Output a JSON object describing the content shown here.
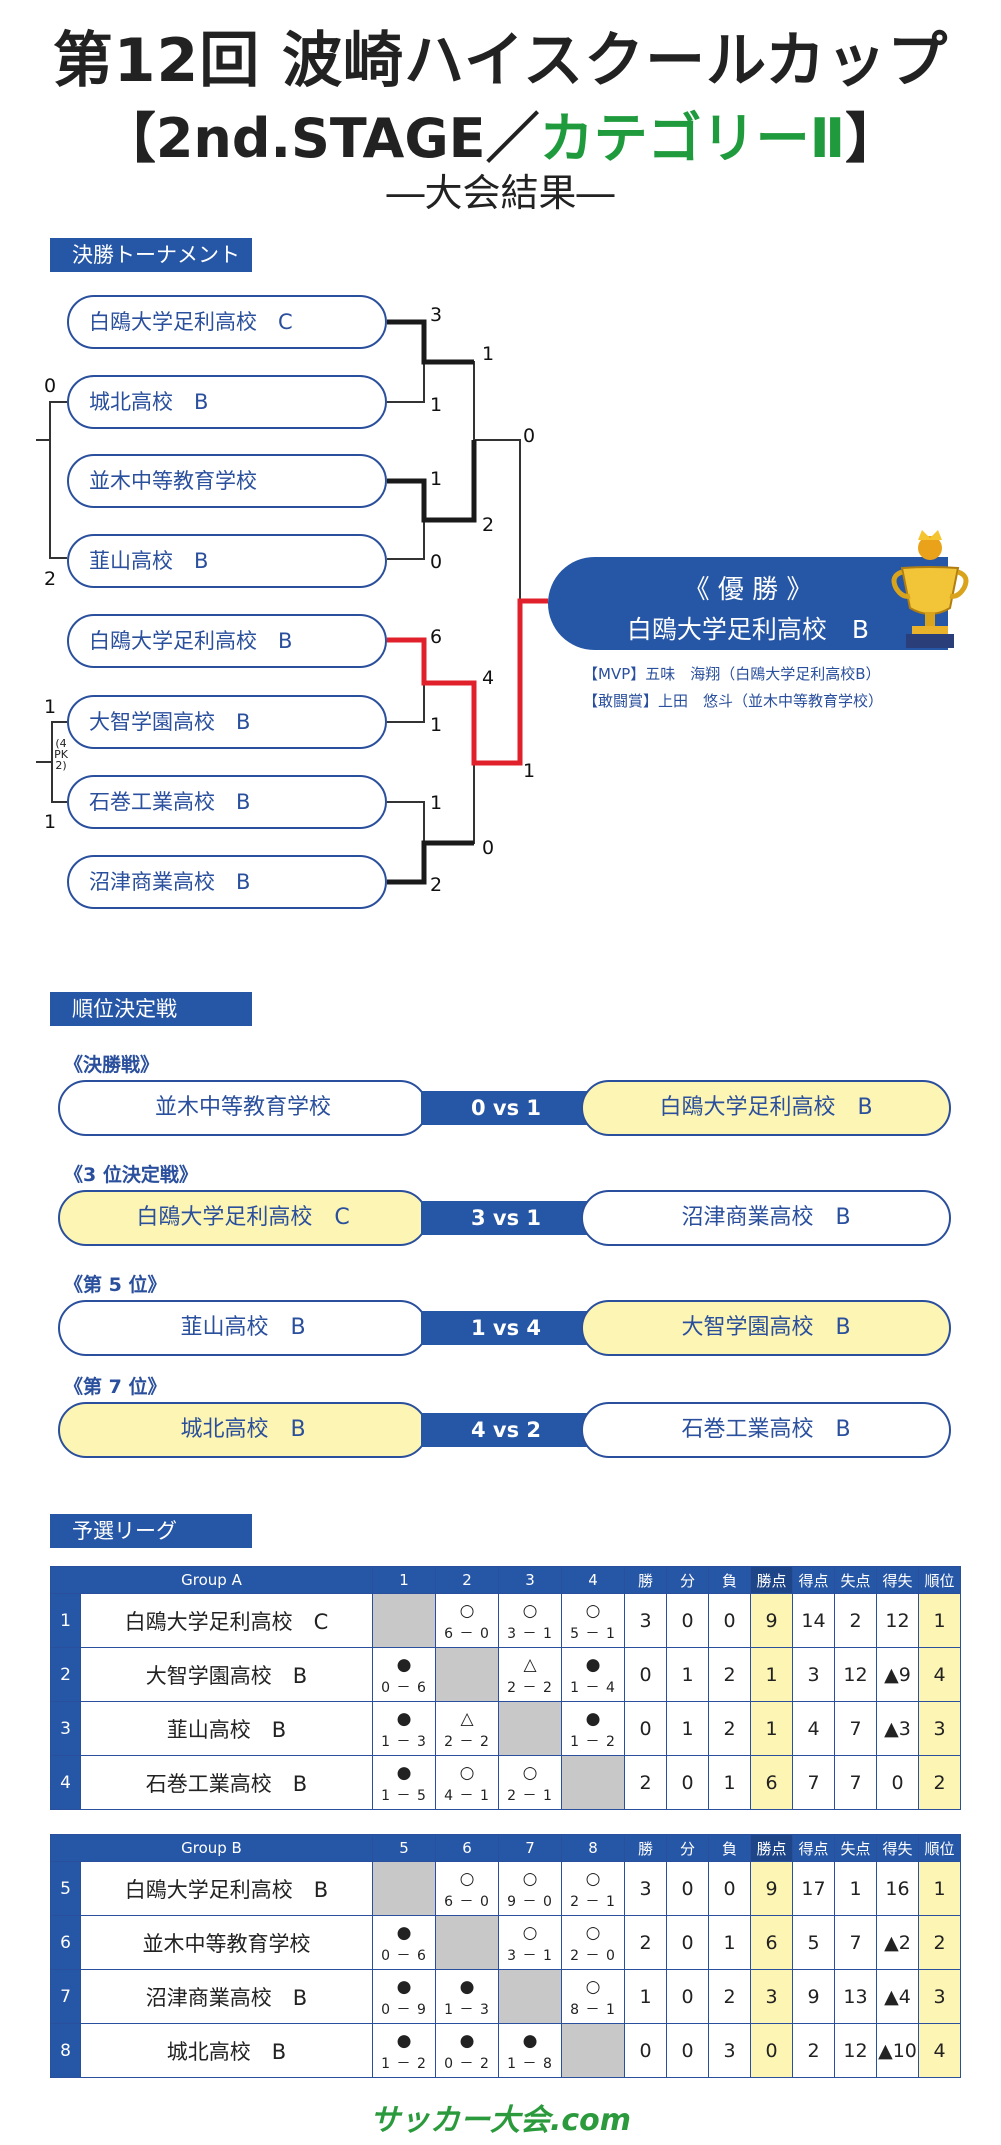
{
  "title": {
    "line1": "第12回 波崎ハイスクールカップ",
    "line2_a": "【2nd.STAGE／",
    "line2_b": "カテゴリーⅡ",
    "line2_c": "】",
    "line3": "―大会結果―"
  },
  "sections": {
    "bracket": "決勝トーナメント",
    "ranking": "順位決定戦",
    "league": "予選リーグ"
  },
  "bracket": {
    "teams": [
      "白鴎大学足利高校　C",
      "城北高校　B",
      "並木中等教育学校",
      "韮山高校　B",
      "白鴎大学足利高校　B",
      "大智学園高校　B",
      "石巻工業高校　B",
      "沼津商業高校　B"
    ],
    "r1_scores": [
      "3",
      "1",
      "1",
      "0",
      "6",
      "1",
      "1",
      "2"
    ],
    "r2_scores": [
      "1",
      "2",
      "4",
      "0"
    ],
    "final_scores": [
      "0",
      "1"
    ],
    "side_scores": {
      "top_a": "0",
      "top_b": "2",
      "bot_a": "1",
      "bot_b": "1",
      "pk": "(4 PK 2)"
    },
    "champion_label": "《 優 勝 》",
    "champion_team": "白鴎大学足利高校　B",
    "awards": [
      "【MVP】五味　海翔（白鴎大学足利高校B）",
      "【敢闘賞】上田　悠斗（並木中等教育学校）"
    ]
  },
  "ranking": [
    {
      "label": "《決勝戦》",
      "left": "並木中等教育学校",
      "score": "0 vs 1",
      "right": "白鴎大学足利高校　B",
      "winner": "right"
    },
    {
      "label": "《3 位決定戦》",
      "left": "白鴎大学足利高校　C",
      "score": "3 vs 1",
      "right": "沼津商業高校　B",
      "winner": "left"
    },
    {
      "label": "《第 5 位》",
      "left": "韮山高校　B",
      "score": "1 vs 4",
      "right": "大智学園高校　B",
      "winner": "right"
    },
    {
      "label": "《第 7 位》",
      "left": "城北高校　B",
      "score": "4 vs 2",
      "right": "石巻工業高校　B",
      "winner": "left"
    }
  ],
  "league_headers": [
    "勝",
    "分",
    "負",
    "勝点",
    "得点",
    "失点",
    "得失",
    "順位"
  ],
  "groups": [
    {
      "name": "Group A",
      "cols": [
        "1",
        "2",
        "3",
        "4"
      ],
      "rows": [
        {
          "no": "1",
          "team": "白鴎大学足利高校　C",
          "res": [
            null,
            [
              "○",
              "6 － 0"
            ],
            [
              "○",
              "3 － 1"
            ],
            [
              "○",
              "5 － 1"
            ]
          ],
          "stats": [
            "3",
            "0",
            "0",
            "9",
            "14",
            "2",
            "12",
            "1"
          ]
        },
        {
          "no": "2",
          "team": "大智学園高校　B",
          "res": [
            [
              "●",
              "0 － 6"
            ],
            null,
            [
              "△",
              "2 － 2"
            ],
            [
              "●",
              "1 － 4"
            ]
          ],
          "stats": [
            "0",
            "1",
            "2",
            "1",
            "3",
            "12",
            "▲9",
            "4"
          ]
        },
        {
          "no": "3",
          "team": "韮山高校　B",
          "res": [
            [
              "●",
              "1 － 3"
            ],
            [
              "△",
              "2 － 2"
            ],
            null,
            [
              "●",
              "1 － 2"
            ]
          ],
          "stats": [
            "0",
            "1",
            "2",
            "1",
            "4",
            "7",
            "▲3",
            "3"
          ]
        },
        {
          "no": "4",
          "team": "石巻工業高校　B",
          "res": [
            [
              "●",
              "1 － 5"
            ],
            [
              "○",
              "4 － 1"
            ],
            [
              "○",
              "2 － 1"
            ],
            null
          ],
          "stats": [
            "2",
            "0",
            "1",
            "6",
            "7",
            "7",
            "0",
            "2"
          ]
        }
      ]
    },
    {
      "name": "Group B",
      "cols": [
        "5",
        "6",
        "7",
        "8"
      ],
      "rows": [
        {
          "no": "5",
          "team": "白鴎大学足利高校　B",
          "res": [
            null,
            [
              "○",
              "6 － 0"
            ],
            [
              "○",
              "9 － 0"
            ],
            [
              "○",
              "2 － 1"
            ]
          ],
          "stats": [
            "3",
            "0",
            "0",
            "9",
            "17",
            "1",
            "16",
            "1"
          ]
        },
        {
          "no": "6",
          "team": "並木中等教育学校",
          "res": [
            [
              "●",
              "0 － 6"
            ],
            null,
            [
              "○",
              "3 － 1"
            ],
            [
              "○",
              "2 － 0"
            ]
          ],
          "stats": [
            "2",
            "0",
            "1",
            "6",
            "5",
            "7",
            "▲2",
            "2"
          ]
        },
        {
          "no": "7",
          "team": "沼津商業高校　B",
          "res": [
            [
              "●",
              "0 － 9"
            ],
            [
              "●",
              "1 － 3"
            ],
            null,
            [
              "○",
              "8 － 1"
            ]
          ],
          "stats": [
            "1",
            "0",
            "2",
            "3",
            "9",
            "13",
            "▲4",
            "3"
          ]
        },
        {
          "no": "8",
          "team": "城北高校　B",
          "res": [
            [
              "●",
              "1 － 2"
            ],
            [
              "●",
              "0 － 2"
            ],
            [
              "●",
              "1 － 8"
            ],
            null
          ],
          "stats": [
            "0",
            "0",
            "3",
            "0",
            "2",
            "12",
            "▲10",
            "4"
          ]
        }
      ]
    }
  ],
  "footer": "サッカー大会.com",
  "colors": {
    "accent": "#2656a6",
    "win_line": "#e0202a",
    "win_fill": "#fdf5b4",
    "green": "#1f9a3c"
  }
}
